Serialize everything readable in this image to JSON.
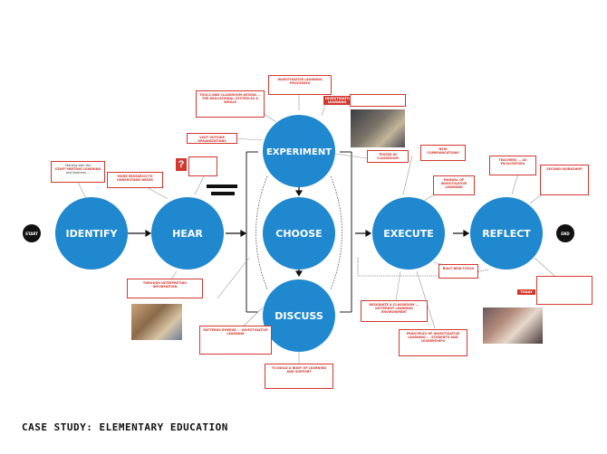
{
  "caption": "CASE STUDY: ELEMENTARY EDUCATION",
  "terminals": {
    "start": "START",
    "end": "END"
  },
  "nodes": {
    "identify": "IDENTIFY",
    "hear": "HEAR",
    "choose": "CHOOSE",
    "experiment": "EXPERIMENT",
    "discuss": "DISCUSS",
    "execute": "EXECUTE",
    "reflect": "REFLECT"
  },
  "notes": {
    "identify_note": {
      "lead": "Starting with the",
      "title": "STAFF MEETING LEARNING",
      "body": "and teachers ..."
    },
    "hear_note": {
      "title": "MORE RESEARCH TO UNDERSTAND NEEDS",
      "body": ""
    },
    "hear_bottom": {
      "title": "THROUGH INTERPRETING INFORMATION",
      "body": ""
    },
    "experiment_top": {
      "title": "INVESTIGATIVE LEARNING PROCESSES",
      "body": ""
    },
    "experiment_left": {
      "title": "TOOLS AND CLASSROOM DESIGN ... THE EDUCATIONAL SYSTEM AS A WHOLE",
      "body": ""
    },
    "experiment_left2": {
      "title": "VISIT OUTSIDE ORGANIZATIONS",
      "body": ""
    },
    "experiment_right": {
      "title": "TESTED IN CLASSROOM",
      "body": ""
    },
    "discuss_left": {
      "title": "PATTERNS EMERGE ... INVESTIGATIVE LEARNING",
      "body": ""
    },
    "discuss_bottom": {
      "title": "TO BUILD A BODY OF LEARNING AND SUPPORT",
      "body": ""
    },
    "execute_top": {
      "title": "NEW COMMUNICATIONS",
      "body": ""
    },
    "execute_manual": {
      "title": "MANUAL OF INVESTIGATIVE LEARNING",
      "body": ""
    },
    "execute_toolkit": {
      "title": "BUILT NEW TOOLS",
      "body": ""
    },
    "execute_bottom1": {
      "title": "DESIGNATE A CLASSROOM ... DIFFERENT LEARNING ENVIRONMENT",
      "body": ""
    },
    "execute_bottom2": {
      "title": "PRINCIPLES OF INVESTIGATIVE LEARNING ... STUDENTS AND LEADERSHIPS",
      "body": ""
    },
    "reflect_top1": {
      "title": "TEACHERS ... AS FACILITATORS",
      "body": ""
    },
    "reflect_top2": {
      "title": "SECOND WORKSHOP",
      "body": ""
    },
    "reflect_bottom": {
      "title": "",
      "body": ""
    }
  },
  "tags": {
    "investigative_learning": "INVESTIGATIVE LEARNING",
    "today": "TODAY"
  }
}
